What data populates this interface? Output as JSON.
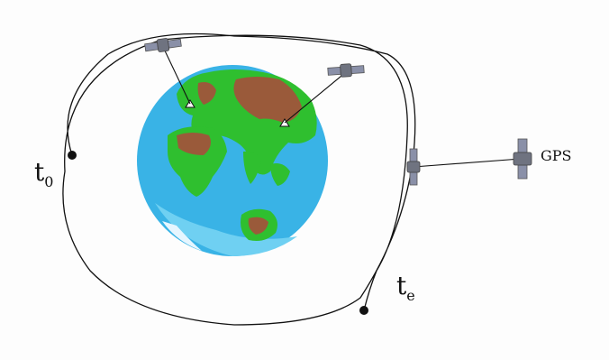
{
  "labels": {
    "start_time": "t",
    "start_sub": "0",
    "end_time": "t",
    "end_sub": "e",
    "gps": "GPS"
  },
  "colors": {
    "ocean": "#39b3e6",
    "ocean_light": "#6fd0f2",
    "land_green": "#2fbf2f",
    "land_brown": "#9a5a3a",
    "ice": "#e6f6ff",
    "satellite_body": "#6f7380",
    "satellite_panel": "#8a90a8",
    "line": "#111111"
  }
}
